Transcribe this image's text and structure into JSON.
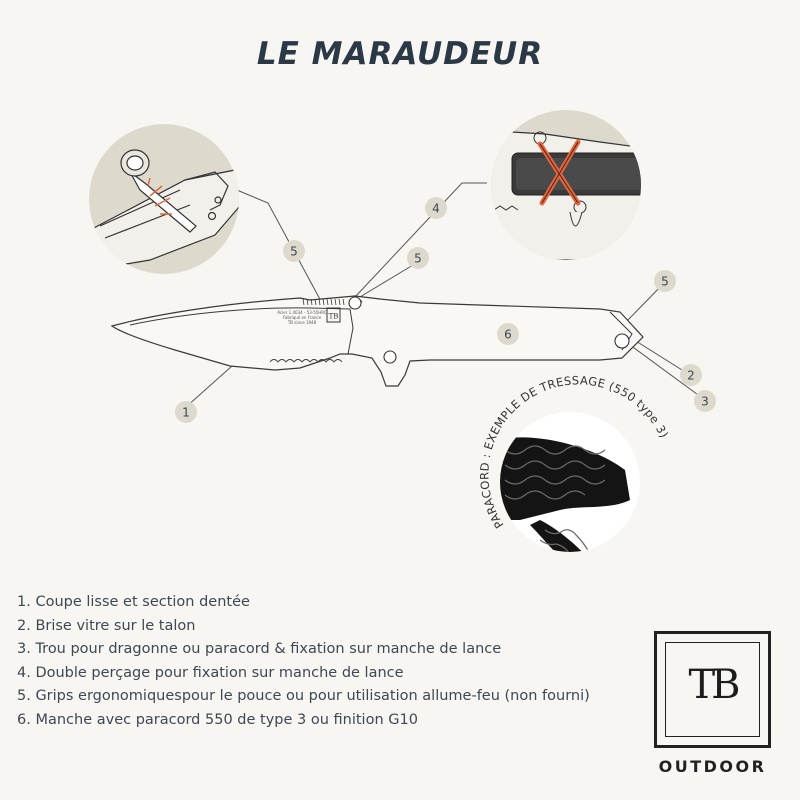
{
  "title": "LE MARAUDEUR",
  "blade_engraving": [
    "Acier 1.4034 - 53-55HRC",
    "Fabriqué en France",
    "TB since 1948"
  ],
  "blade_logo": "TB",
  "callouts": [
    "1",
    "2",
    "3",
    "4",
    "5",
    "6"
  ],
  "paracord_caption": "PARACORD : EXEMPLE DE TRESSAGE (550 type 3)",
  "legend": [
    "1. Coupe lisse et section dentée",
    "2. Brise vitre sur le talon",
    "3. Trou pour dragonne ou paracord & fixation sur manche de lance",
    "4. Double perçage pour fixation sur manche de lance",
    "5. Grips ergonomiquespour le pouce ou pour utilisation allume-feu (non fourni)",
    "6. Manche avec paracord 550 de type 3 ou finition G10"
  ],
  "brand": {
    "mark": "TB",
    "word": "OUTDOOR"
  },
  "colors": {
    "circle": "#ddd9cd",
    "title": "#2b3946",
    "text": "#3d4852",
    "accent_cord": "#e0663f",
    "outline": "#3a3a3a"
  }
}
